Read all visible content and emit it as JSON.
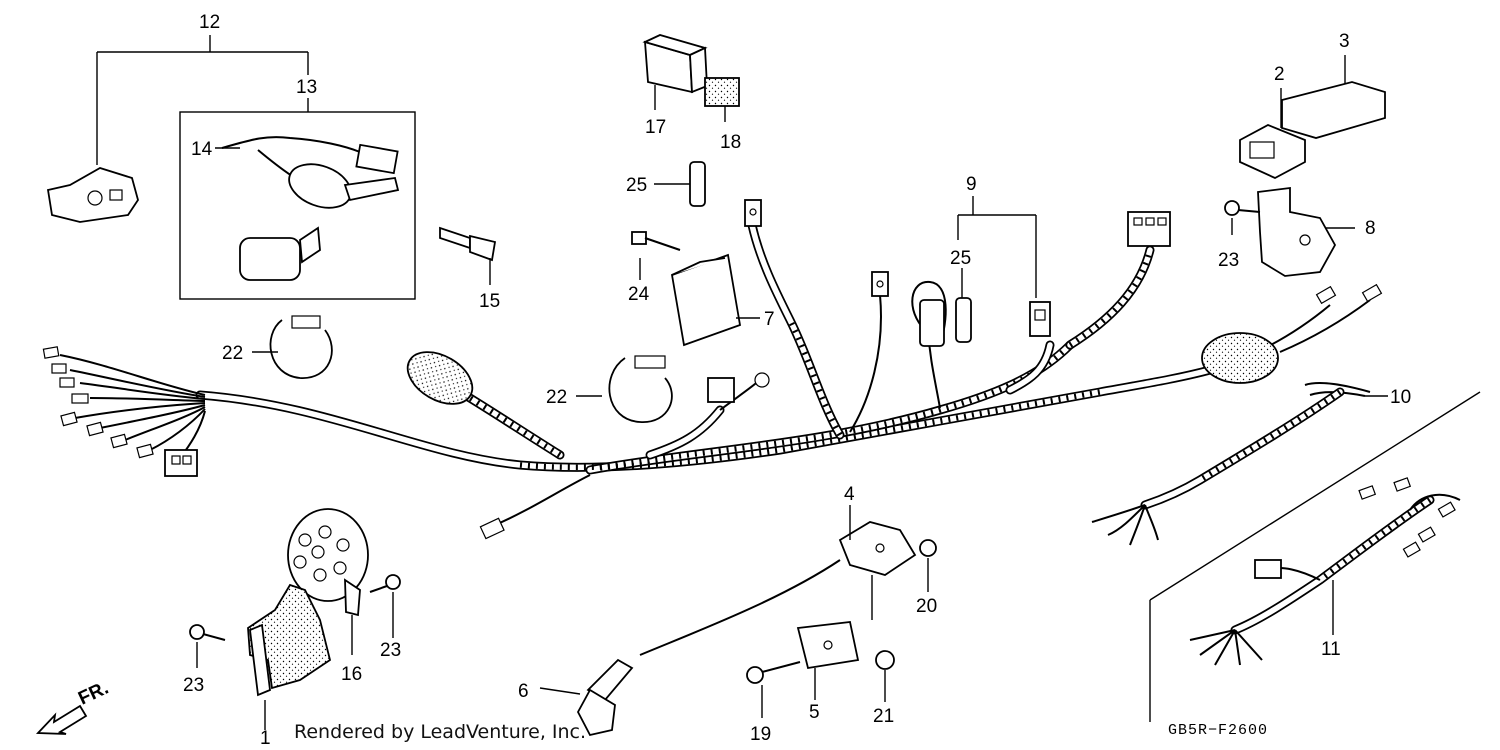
{
  "diagram": {
    "callouts": {
      "p1": "1",
      "p2": "2",
      "p3": "3",
      "p4": "4",
      "p5": "5",
      "p6": "6",
      "p7": "7",
      "p8": "8",
      "p9": "9",
      "p10": "10",
      "p11": "11",
      "p12": "12",
      "p13": "13",
      "p14": "14",
      "p15": "15",
      "p16": "16",
      "p17": "17",
      "p18": "18",
      "p19": "19",
      "p20": "20",
      "p21": "21",
      "p22a": "22",
      "p22b": "22",
      "p23a": "23",
      "p23b": "23",
      "p23c": "23",
      "p24": "24",
      "p25a": "25",
      "p25b": "25"
    },
    "direction_label": "FR.",
    "diagram_code": "GB5R−F2600",
    "credit": "Rendered by LeadVenture, Inc."
  }
}
